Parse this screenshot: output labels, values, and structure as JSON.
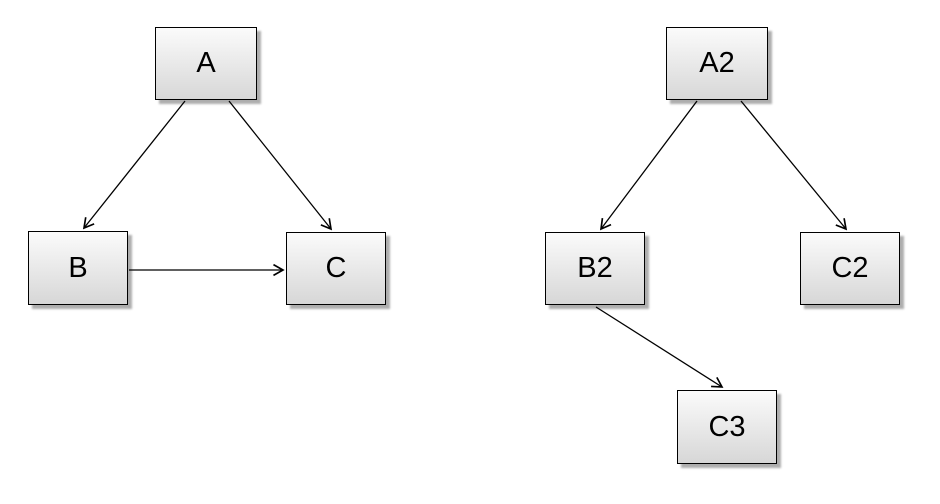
{
  "diagram": {
    "left_graph": {
      "nodes": [
        {
          "id": "A",
          "label": "A"
        },
        {
          "id": "B",
          "label": "B"
        },
        {
          "id": "C",
          "label": "C"
        }
      ],
      "edges": [
        {
          "from": "A",
          "to": "B"
        },
        {
          "from": "A",
          "to": "C"
        },
        {
          "from": "B",
          "to": "C"
        }
      ]
    },
    "right_graph": {
      "nodes": [
        {
          "id": "A2",
          "label": "A2"
        },
        {
          "id": "B2",
          "label": "B2"
        },
        {
          "id": "C2",
          "label": "C2"
        },
        {
          "id": "C3",
          "label": "C3"
        }
      ],
      "edges": [
        {
          "from": "A2",
          "to": "B2"
        },
        {
          "from": "A2",
          "to": "C2"
        },
        {
          "from": "B2",
          "to": "C3"
        }
      ]
    },
    "colors": {
      "node_border": "#000000",
      "node_fill_top": "#fbfbfb",
      "node_fill_bottom": "#d7d7d7",
      "edge_stroke": "#000000",
      "background": "#ffffff"
    }
  }
}
